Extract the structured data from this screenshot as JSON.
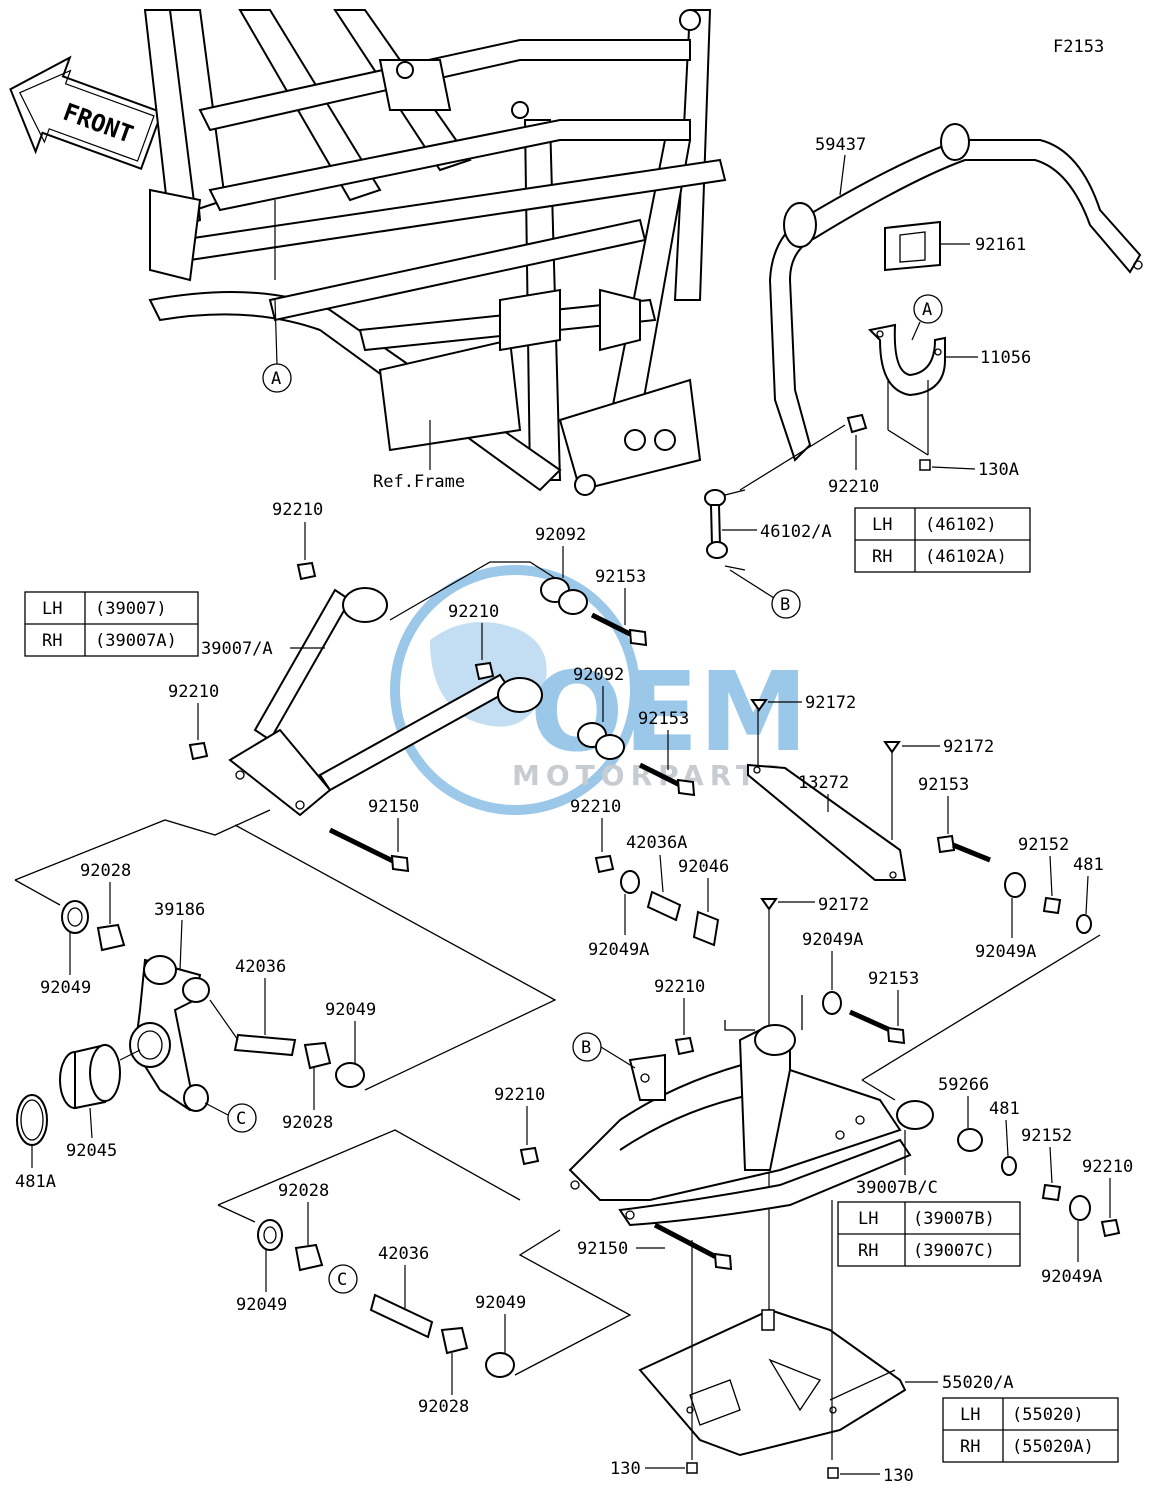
{
  "diagram_id": "F2153",
  "front_label": "FRONT",
  "ref_frame": "Ref.Frame",
  "watermark": {
    "brand": "OEM",
    "sub": "MOTORPARTS"
  },
  "colors": {
    "line": "#000000",
    "background": "#ffffff",
    "watermark": "#4a9bd8"
  },
  "callouts": {
    "A": "A",
    "B": "B",
    "C": "C"
  },
  "parts": {
    "p59437": "59437",
    "p92161": "92161",
    "p11056": "11056",
    "p130A": "130A",
    "p92210_a": "92210",
    "p46102A": "46102/A",
    "p92210_b": "92210",
    "p92092_a": "92092",
    "p92153_a": "92153",
    "p92210_c": "92210",
    "p39007A": "39007/A",
    "p92210_d": "92210",
    "p92092_b": "92092",
    "p92153_b": "92153",
    "p92172_a": "92172",
    "p92172_b": "92172",
    "p13272": "13272",
    "p92153_c": "92153",
    "p92150_a": "92150",
    "p92210_e": "92210",
    "p42036A": "42036A",
    "p92046": "92046",
    "p92152_a": "92152",
    "p481_a": "481",
    "p92028_a": "92028",
    "p39186": "39186",
    "p92049A_a": "92049A",
    "p92172_c": "92172",
    "p92049A_b": "92049A",
    "p92049_a": "92049",
    "p42036_a": "42036",
    "p92049A_c": "92049A",
    "p92153_d": "92153",
    "p92049_b": "92049",
    "p92210_f": "92210",
    "p92028_b": "92028",
    "p92045": "92045",
    "p481A": "481A",
    "p92210_g": "92210",
    "p59266": "59266",
    "p481_b": "481",
    "p92152_b": "92152",
    "p92210_h": "92210",
    "p39007BC": "39007B/C",
    "p92049A_d": "92049A",
    "p92028_c": "92028",
    "p42036_b": "42036",
    "p92049_c": "92049",
    "p92150_b": "92150",
    "p92049_d": "92049",
    "p92028_d": "92028",
    "p55020A": "55020/A",
    "p130_a": "130",
    "p130_b": "130"
  },
  "tables": {
    "t46102": {
      "rows": [
        {
          "side": "LH",
          "part": "(46102)"
        },
        {
          "side": "RH",
          "part": "(46102A)"
        }
      ]
    },
    "t39007": {
      "rows": [
        {
          "side": "LH",
          "part": "(39007)"
        },
        {
          "side": "RH",
          "part": "(39007A)"
        }
      ]
    },
    "t39007BC": {
      "rows": [
        {
          "side": "LH",
          "part": "(39007B)"
        },
        {
          "side": "RH",
          "part": "(39007C)"
        }
      ]
    },
    "t55020": {
      "rows": [
        {
          "side": "LH",
          "part": "(55020)"
        },
        {
          "side": "RH",
          "part": "(55020A)"
        }
      ]
    }
  }
}
